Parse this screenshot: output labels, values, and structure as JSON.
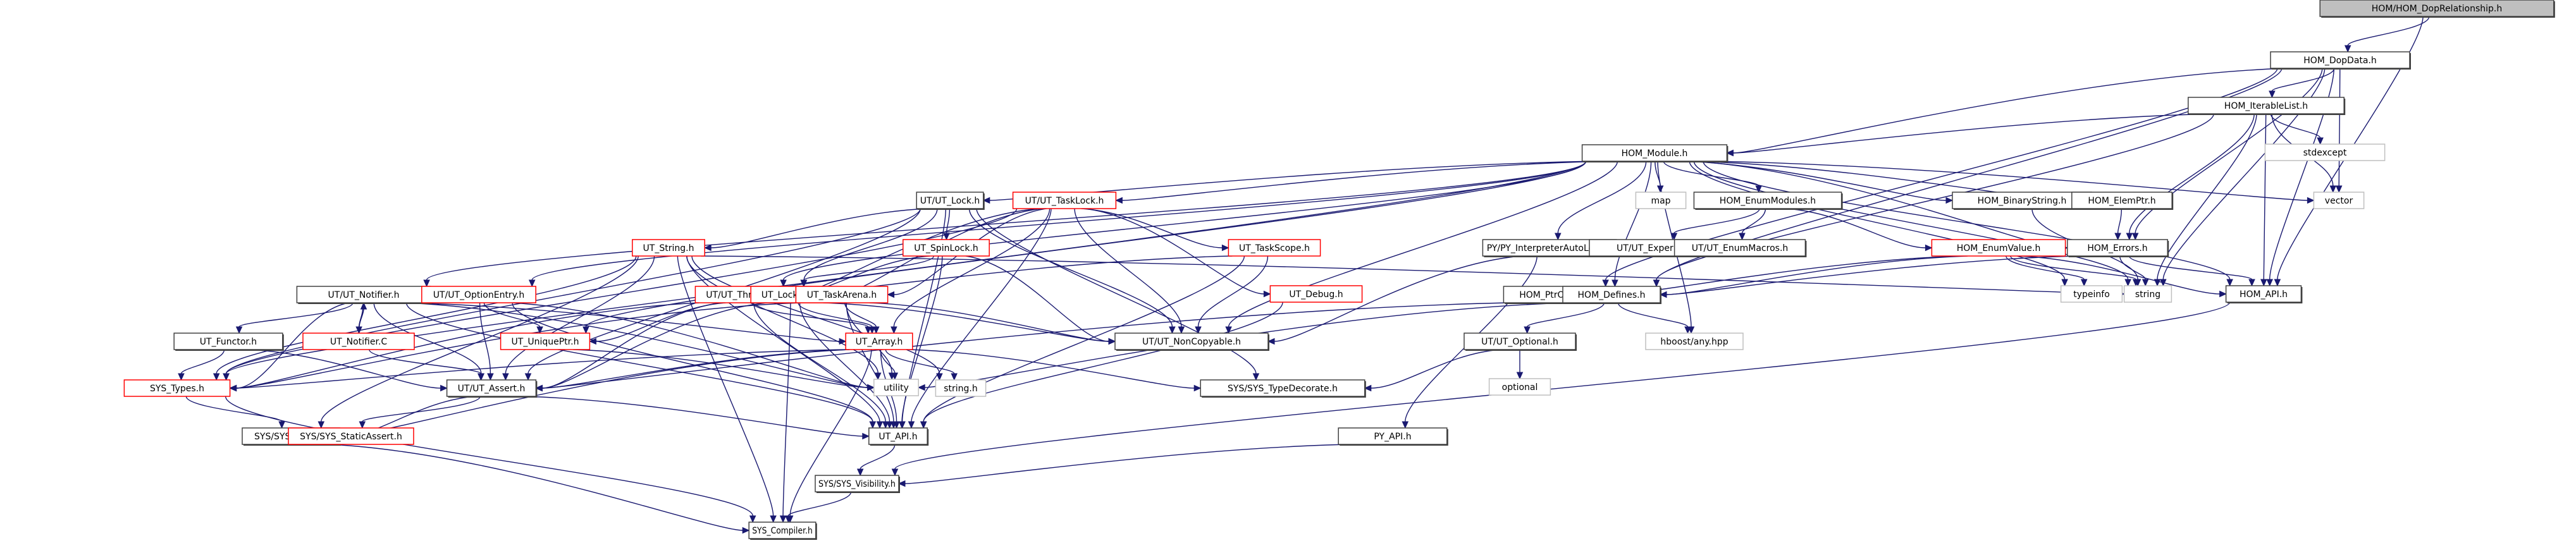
{
  "diagram": {
    "title": "HOM/HOM_DopRelationship.h",
    "kind": "include dependency graph",
    "legend": {
      "root": "file the graph is drawn for (grey fill)",
      "normal": "documented header (dark border)",
      "truncated": "header with further hidden includes (red border)",
      "external": "system / undocumented header (light grey border)"
    },
    "colors": {
      "edge": "#191970",
      "root_fill": "#bfbfbf",
      "normal_border": "#404040",
      "truncated_border": "#ff0000",
      "external_border": "#bfbfbf",
      "background": "#ffffff"
    },
    "nodes": [
      {
        "id": "dop_relationship",
        "label": "HOM/HOM_DopRelationship.h",
        "kind": "root"
      },
      {
        "id": "dop_data",
        "label": "HOM_DopData.h",
        "kind": "normal"
      },
      {
        "id": "iterable_list",
        "label": "HOM_IterableList.h",
        "kind": "normal"
      },
      {
        "id": "stdexcept",
        "label": "stdexcept",
        "kind": "external"
      },
      {
        "id": "vector",
        "label": "vector",
        "kind": "external"
      },
      {
        "id": "hom_module",
        "label": "HOM_Module.h",
        "kind": "normal"
      },
      {
        "id": "map",
        "label": "map",
        "kind": "external"
      },
      {
        "id": "enum_modules",
        "label": "HOM_EnumModules.h",
        "kind": "normal"
      },
      {
        "id": "binary_string",
        "label": "HOM_BinaryString.h",
        "kind": "normal"
      },
      {
        "id": "elem_ptr",
        "label": "HOM_ElemPtr.h",
        "kind": "normal"
      },
      {
        "id": "ut_lock",
        "label": "UT/UT_Lock.h",
        "kind": "normal"
      },
      {
        "id": "ut_task_lock",
        "label": "UT/UT_TaskLock.h",
        "kind": "truncated"
      },
      {
        "id": "py_interp_lock",
        "label": "PY/PY_InterpreterAutoLock.h",
        "kind": "normal"
      },
      {
        "id": "ut_experimental",
        "label": "UT/UT_Experimental.h",
        "kind": "normal"
      },
      {
        "id": "ut_enum_macros",
        "label": "UT/UT_EnumMacros.h",
        "kind": "normal"
      },
      {
        "id": "enum_value",
        "label": "HOM_EnumValue.h",
        "kind": "truncated"
      },
      {
        "id": "hom_errors",
        "label": "HOM_Errors.h",
        "kind": "normal"
      },
      {
        "id": "ut_string",
        "label": "UT_String.h",
        "kind": "truncated"
      },
      {
        "id": "ut_spin_lock",
        "label": "UT_SpinLock.h",
        "kind": "truncated"
      },
      {
        "id": "ut_task_scope",
        "label": "UT_TaskScope.h",
        "kind": "truncated"
      },
      {
        "id": "ut_debug",
        "label": "UT_Debug.h",
        "kind": "truncated"
      },
      {
        "id": "ptr_or_null",
        "label": "HOM_PtrOrNull.h",
        "kind": "normal"
      },
      {
        "id": "hom_defines",
        "label": "HOM_Defines.h",
        "kind": "normal"
      },
      {
        "id": "typeinfo",
        "label": "typeinfo",
        "kind": "external"
      },
      {
        "id": "string",
        "label": "string",
        "kind": "external"
      },
      {
        "id": "hom_api",
        "label": "HOM_API.h",
        "kind": "normal"
      },
      {
        "id": "ut_notifier",
        "label": "UT/UT_Notifier.h",
        "kind": "normal"
      },
      {
        "id": "ut_option_entry",
        "label": "UT/UT_OptionEntry.h",
        "kind": "truncated"
      },
      {
        "id": "ut_thread",
        "label": "UT/UT_Thread.h",
        "kind": "truncated"
      },
      {
        "id": "ut_lock_util",
        "label": "UT_LockUtil.h",
        "kind": "truncated"
      },
      {
        "id": "ut_task_arena",
        "label": "UT_TaskArena.h",
        "kind": "truncated"
      },
      {
        "id": "ut_functor",
        "label": "UT_Functor.h",
        "kind": "normal"
      },
      {
        "id": "ut_notifier_c",
        "label": "UT_Notifier.C",
        "kind": "truncated"
      },
      {
        "id": "ut_unique_ptr",
        "label": "UT_UniquePtr.h",
        "kind": "truncated"
      },
      {
        "id": "ut_array",
        "label": "UT_Array.h",
        "kind": "truncated"
      },
      {
        "id": "ut_non_copyable",
        "label": "UT/UT_NonCopyable.h",
        "kind": "normal"
      },
      {
        "id": "ut_optional",
        "label": "UT/UT_Optional.h",
        "kind": "normal"
      },
      {
        "id": "hboost_any",
        "label": "hboost/any.hpp",
        "kind": "external"
      },
      {
        "id": "optional",
        "label": "optional",
        "kind": "external"
      },
      {
        "id": "sys_types",
        "label": "SYS_Types.h",
        "kind": "truncated"
      },
      {
        "id": "ut_assert",
        "label": "UT/UT_Assert.h",
        "kind": "normal"
      },
      {
        "id": "utility",
        "label": "utility",
        "kind": "external"
      },
      {
        "id": "string_h",
        "label": "string.h",
        "kind": "external"
      },
      {
        "id": "sys_type_decorate",
        "label": "SYS/SYS_TypeDecorate.h",
        "kind": "normal"
      },
      {
        "id": "sys_inline",
        "label": "SYS/SYS_Inline.h",
        "kind": "normal"
      },
      {
        "id": "sys_static_assert",
        "label": "SYS/SYS_StaticAssert.h",
        "kind": "truncated"
      },
      {
        "id": "ut_api",
        "label": "UT_API.h",
        "kind": "normal"
      },
      {
        "id": "py_api",
        "label": "PY_API.h",
        "kind": "normal"
      },
      {
        "id": "sys_visibility",
        "label": "SYS/SYS_Visibility.h",
        "kind": "normal"
      },
      {
        "id": "sys_compiler",
        "label": "SYS_Compiler.h",
        "kind": "normal"
      }
    ],
    "edges": [
      [
        "dop_relationship",
        "dop_data"
      ],
      [
        "dop_relationship",
        "hom_api"
      ],
      [
        "dop_data",
        "iterable_list"
      ],
      [
        "dop_data",
        "hom_module"
      ],
      [
        "dop_data",
        "hom_defines"
      ],
      [
        "dop_data",
        "ptr_or_null"
      ],
      [
        "dop_data",
        "hom_errors"
      ],
      [
        "dop_data",
        "vector"
      ],
      [
        "dop_data",
        "string"
      ],
      [
        "dop_data",
        "hom_api"
      ],
      [
        "iterable_list",
        "hom_module"
      ],
      [
        "iterable_list",
        "hom_defines"
      ],
      [
        "iterable_list",
        "stdexcept"
      ],
      [
        "iterable_list",
        "vector"
      ],
      [
        "iterable_list",
        "hom_errors"
      ],
      [
        "iterable_list",
        "hom_api"
      ],
      [
        "iterable_list",
        "string"
      ],
      [
        "hom_module",
        "map"
      ],
      [
        "hom_module",
        "enum_modules"
      ],
      [
        "hom_module",
        "binary_string"
      ],
      [
        "hom_module",
        "elem_ptr"
      ],
      [
        "hom_module",
        "vector"
      ],
      [
        "hom_module",
        "hom_errors"
      ],
      [
        "hom_module",
        "hom_api"
      ],
      [
        "hom_module",
        "string"
      ],
      [
        "hom_module",
        "typeinfo"
      ],
      [
        "hom_module",
        "hom_defines"
      ],
      [
        "hom_module",
        "hboost_any"
      ],
      [
        "hom_module",
        "ut_lock"
      ],
      [
        "hom_module",
        "ut_task_lock"
      ],
      [
        "hom_module",
        "py_interp_lock"
      ],
      [
        "hom_module",
        "ut_notifier"
      ],
      [
        "hom_module",
        "ut_option_entry"
      ],
      [
        "hom_module",
        "ut_unique_ptr"
      ],
      [
        "hom_module",
        "ut_thread"
      ],
      [
        "hom_module",
        "ut_non_copyable"
      ],
      [
        "hom_module",
        "sys_types"
      ],
      [
        "enum_modules",
        "ut_experimental"
      ],
      [
        "enum_modules",
        "ut_enum_macros"
      ],
      [
        "enum_modules",
        "enum_value"
      ],
      [
        "binary_string",
        "string"
      ],
      [
        "elem_ptr",
        "hom_errors"
      ],
      [
        "enum_value",
        "hom_defines"
      ],
      [
        "enum_value",
        "ptr_or_null"
      ],
      [
        "enum_value",
        "typeinfo"
      ],
      [
        "enum_value",
        "string"
      ],
      [
        "enum_value",
        "hom_api"
      ],
      [
        "hom_errors",
        "hom_defines"
      ],
      [
        "hom_errors",
        "string"
      ],
      [
        "hom_errors",
        "hom_api"
      ],
      [
        "hom_defines",
        "ut_optional"
      ],
      [
        "hom_defines",
        "hboost_any"
      ],
      [
        "hom_defines",
        "utility"
      ],
      [
        "hom_api",
        "sys_visibility"
      ],
      [
        "ptr_or_null",
        "ut_assert"
      ],
      [
        "ut_optional",
        "optional"
      ],
      [
        "ut_optional",
        "sys_type_decorate"
      ],
      [
        "py_interp_lock",
        "ut_non_copyable"
      ],
      [
        "py_interp_lock",
        "py_api"
      ],
      [
        "py_api",
        "sys_visibility"
      ],
      [
        "sys_visibility",
        "sys_compiler"
      ],
      [
        "ut_lock",
        "ut_spin_lock"
      ],
      [
        "ut_lock",
        "ut_string"
      ],
      [
        "ut_lock",
        "ut_lock_util"
      ],
      [
        "ut_lock",
        "ut_non_copyable"
      ],
      [
        "ut_lock",
        "ut_api"
      ],
      [
        "ut_lock",
        "sys_types"
      ],
      [
        "ut_lock",
        "ut_assert"
      ],
      [
        "ut_lock",
        "sys_type_decorate"
      ],
      [
        "ut_task_lock",
        "ut_task_scope"
      ],
      [
        "ut_task_lock",
        "ut_debug"
      ],
      [
        "ut_task_lock",
        "ut_thread"
      ],
      [
        "ut_task_lock",
        "ut_lock_util"
      ],
      [
        "ut_task_lock",
        "ut_task_arena"
      ],
      [
        "ut_task_lock",
        "ut_array"
      ],
      [
        "ut_task_lock",
        "ut_non_copyable"
      ],
      [
        "ut_task_lock",
        "ut_api"
      ],
      [
        "ut_task_lock",
        "sys_types"
      ],
      [
        "ut_spin_lock",
        "ut_thread"
      ],
      [
        "ut_spin_lock",
        "ut_lock_util"
      ],
      [
        "ut_spin_lock",
        "ut_non_copyable"
      ],
      [
        "ut_spin_lock",
        "ut_api"
      ],
      [
        "ut_task_scope",
        "ut_thread"
      ],
      [
        "ut_task_scope",
        "ut_non_copyable"
      ],
      [
        "ut_task_scope",
        "ut_api"
      ],
      [
        "ut_debug",
        "ut_api"
      ],
      [
        "ut_string",
        "ut_assert"
      ],
      [
        "ut_string",
        "sys_types"
      ],
      [
        "ut_string",
        "ut_api"
      ],
      [
        "ut_string",
        "utility"
      ],
      [
        "ut_string",
        "string_h"
      ],
      [
        "ut_string",
        "string"
      ],
      [
        "ut_string",
        "sys_inline"
      ],
      [
        "ut_string",
        "sys_compiler"
      ],
      [
        "ut_thread",
        "ut_array"
      ],
      [
        "ut_thread",
        "ut_unique_ptr"
      ],
      [
        "ut_thread",
        "ut_assert"
      ],
      [
        "ut_thread",
        "sys_types"
      ],
      [
        "ut_thread",
        "ut_api"
      ],
      [
        "ut_lock_util",
        "ut_array"
      ],
      [
        "ut_lock_util",
        "ut_non_copyable"
      ],
      [
        "ut_lock_util",
        "ut_assert"
      ],
      [
        "ut_lock_util",
        "ut_api"
      ],
      [
        "ut_lock_util",
        "sys_compiler"
      ],
      [
        "ut_task_arena",
        "ut_array"
      ],
      [
        "ut_task_arena",
        "ut_non_copyable"
      ],
      [
        "ut_task_arena",
        "ut_api"
      ],
      [
        "ut_task_arena",
        "sys_types"
      ],
      [
        "ut_task_arena",
        "utility"
      ],
      [
        "ut_notifier",
        "ut_notifier_c"
      ],
      [
        "ut_notifier_c",
        "ut_notifier"
      ],
      [
        "ut_notifier",
        "ut_functor"
      ],
      [
        "ut_notifier",
        "ut_array"
      ],
      [
        "ut_notifier",
        "ut_assert"
      ],
      [
        "ut_notifier",
        "sys_types"
      ],
      [
        "ut_notifier",
        "ut_api"
      ],
      [
        "ut_notifier",
        "utility"
      ],
      [
        "ut_notifier_c",
        "ut_assert"
      ],
      [
        "ut_functor",
        "sys_types"
      ],
      [
        "ut_functor",
        "ut_assert"
      ],
      [
        "ut_option_entry",
        "ut_unique_ptr"
      ],
      [
        "ut_option_entry",
        "ut_assert"
      ],
      [
        "ut_option_entry",
        "ut_api"
      ],
      [
        "ut_option_entry",
        "utility"
      ],
      [
        "ut_unique_ptr",
        "utility"
      ],
      [
        "ut_array",
        "ut_assert"
      ],
      [
        "ut_array",
        "sys_types"
      ],
      [
        "ut_array",
        "ut_api"
      ],
      [
        "ut_array",
        "utility"
      ],
      [
        "ut_array",
        "string_h"
      ],
      [
        "ut_array",
        "sys_type_decorate"
      ],
      [
        "ut_array",
        "sys_inline"
      ],
      [
        "ut_array",
        "sys_compiler"
      ],
      [
        "sys_types",
        "sys_inline"
      ],
      [
        "sys_types",
        "sys_compiler"
      ],
      [
        "ut_assert",
        "sys_inline"
      ],
      [
        "ut_assert",
        "sys_static_assert"
      ],
      [
        "ut_assert",
        "ut_api"
      ],
      [
        "sys_inline",
        "sys_compiler"
      ],
      [
        "ut_api",
        "sys_visibility"
      ]
    ]
  }
}
